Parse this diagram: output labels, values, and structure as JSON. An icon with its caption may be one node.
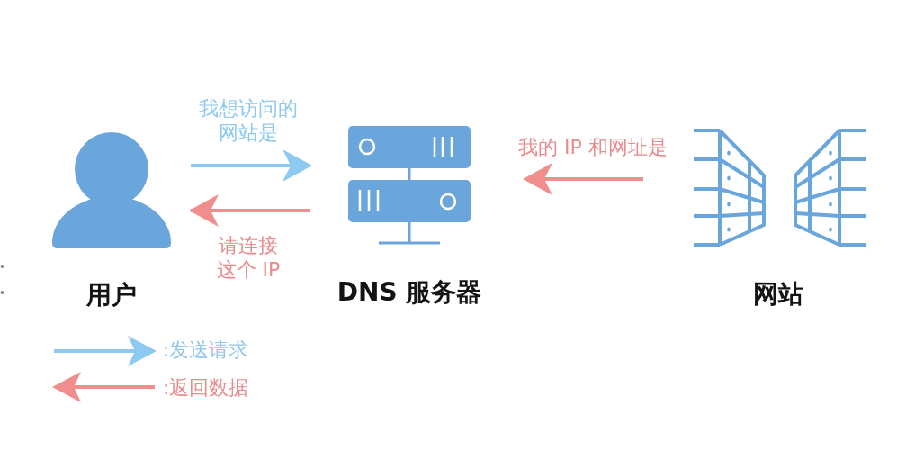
{
  "diagram": {
    "nodes": [
      {
        "text": [
          "用户"
        ]
      },
      {
        "text": [
          "DNS 服务器"
        ]
      },
      {
        "text": [
          "网站"
        ]
      }
    ],
    "edges": [
      {
        "from": 0,
        "to": 1,
        "arrow": "to",
        "label": "我想访问的网站是",
        "color": "#8ec9f2"
      },
      {
        "from": 1,
        "to": 0,
        "arrow": "to",
        "label": "请连接这个 IP"
      },
      {
        "from": 2,
        "to": 1,
        "arrow": "to",
        "label": "我的 IP 和网址是"
      }
    ],
    "legend": [
      {
        "text": ":发送请求"
      },
      {
        "text": ":返回数据"
      }
    ]
  }
}
